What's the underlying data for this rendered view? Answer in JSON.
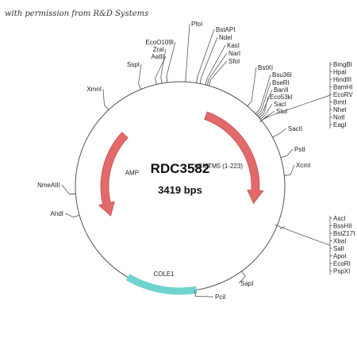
{
  "credit": "with permission from R&D Systems",
  "plasmid": {
    "name": "RDC3582",
    "size": "3419 bps"
  },
  "colors": {
    "backbone": "#555555",
    "amp": "#e36a6a",
    "amp_edge": "#c94a4a",
    "insert": "#e36a6a",
    "ori": "#6fd3d0",
    "ori_edge": "#4fbcb9"
  },
  "features": [
    {
      "name": "AMP",
      "kind": "arrow",
      "color": "amp",
      "start_deg": 313,
      "end_deg": 247
    },
    {
      "name": "hCMTM5 (1-223)",
      "kind": "arrow",
      "color": "insert",
      "start_deg": 20,
      "end_deg": 103
    },
    {
      "name": "COLE1",
      "kind": "band",
      "color": "ori",
      "start_deg": 210,
      "end_deg": 171
    }
  ],
  "sites": [
    {
      "name": "XmnI",
      "angle": 317
    },
    {
      "name": "SspI",
      "angle": 338
    },
    {
      "name": "AatII",
      "angle": 347
    },
    {
      "name": "ZraI",
      "angle": 350
    },
    {
      "name": "EcoO109I",
      "angle": 353
    },
    {
      "name": "PfoI",
      "angle": 3
    },
    {
      "name": "BstAPI",
      "angle": 9
    },
    {
      "name": "NdeI",
      "angle": 11
    },
    {
      "name": "KasI",
      "angle": 14
    },
    {
      "name": "NarI",
      "angle": 15
    },
    {
      "name": "SfoI",
      "angle": 16
    },
    {
      "name": "BstXI",
      "angle": 40
    },
    {
      "name": "Bsu36I",
      "angle": 46
    },
    {
      "name": "BseRI",
      "angle": 47
    },
    {
      "name": "BanII",
      "angle": 48
    },
    {
      "name": "Eco53kI",
      "angle": 49
    },
    {
      "name": "SacI",
      "angle": 50
    },
    {
      "name": "StuI",
      "angle": 51
    },
    {
      "name": "SacII",
      "angle": 62
    },
    {
      "name": "PstI",
      "angle": 74
    },
    {
      "name": "XcmI",
      "angle": 84
    },
    {
      "name": "SapI",
      "angle": 144
    },
    {
      "name": "PciI",
      "angle": 172
    },
    {
      "name": "AhdI",
      "angle": 254
    },
    {
      "name": "NmeAIII",
      "angle": 266
    }
  ],
  "cluster_top": {
    "angle": 51,
    "names": [
      "BmgBI",
      "HpaI",
      "HindIII",
      "BamHI",
      "EcoRV",
      "BmtI",
      "NheI",
      "NotI",
      "EagI"
    ]
  },
  "cluster_bottom": {
    "angle": 112,
    "names": [
      "AscI",
      "BssHII",
      "BstZ17I",
      "XbaI",
      "SalI",
      "ApoI",
      "EcoRI",
      "PspXI"
    ]
  }
}
